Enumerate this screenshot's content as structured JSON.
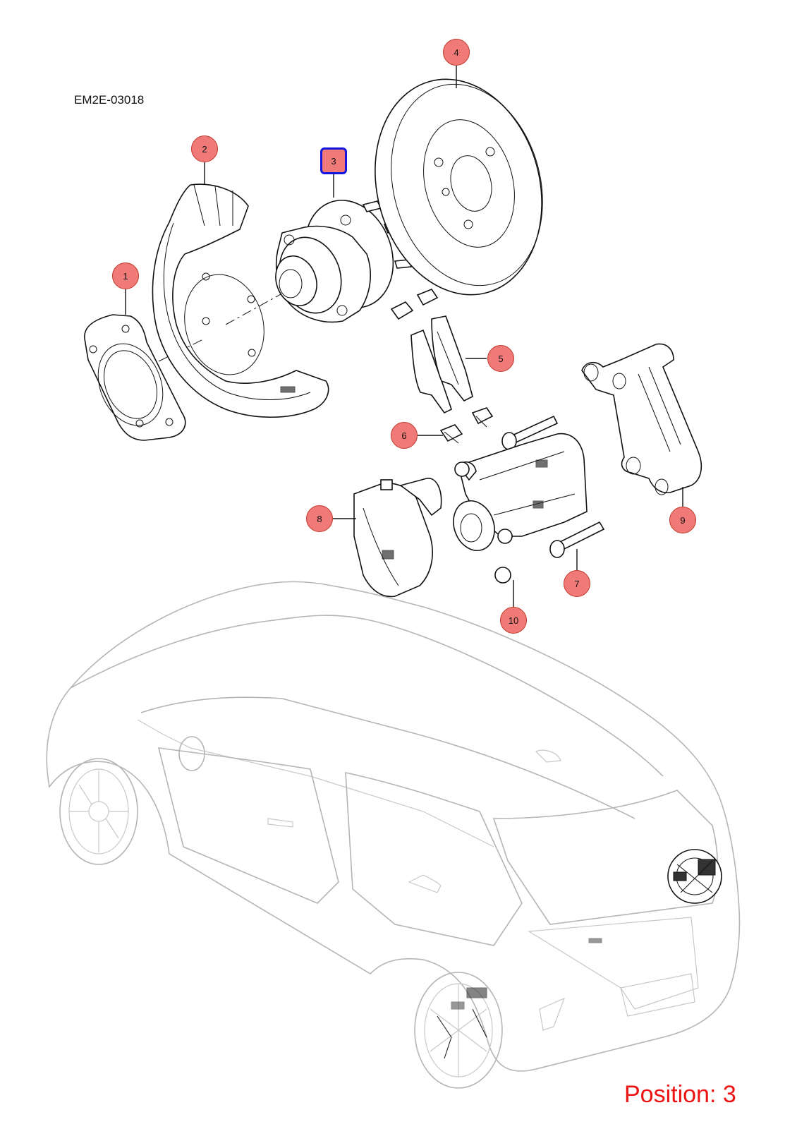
{
  "document_code": "EM2E-03018",
  "position_label": "Position: 3",
  "selected_callout": "3",
  "colors": {
    "callout_fill": "#f07a78",
    "callout_selected_border": "#1515e0",
    "position_text": "#ee1111",
    "line_art": "#111111",
    "vehicle_outline": "#b5b5b5"
  },
  "callouts": [
    "1",
    "2",
    "3",
    "4",
    "5",
    "6",
    "7",
    "8",
    "9",
    "10"
  ]
}
